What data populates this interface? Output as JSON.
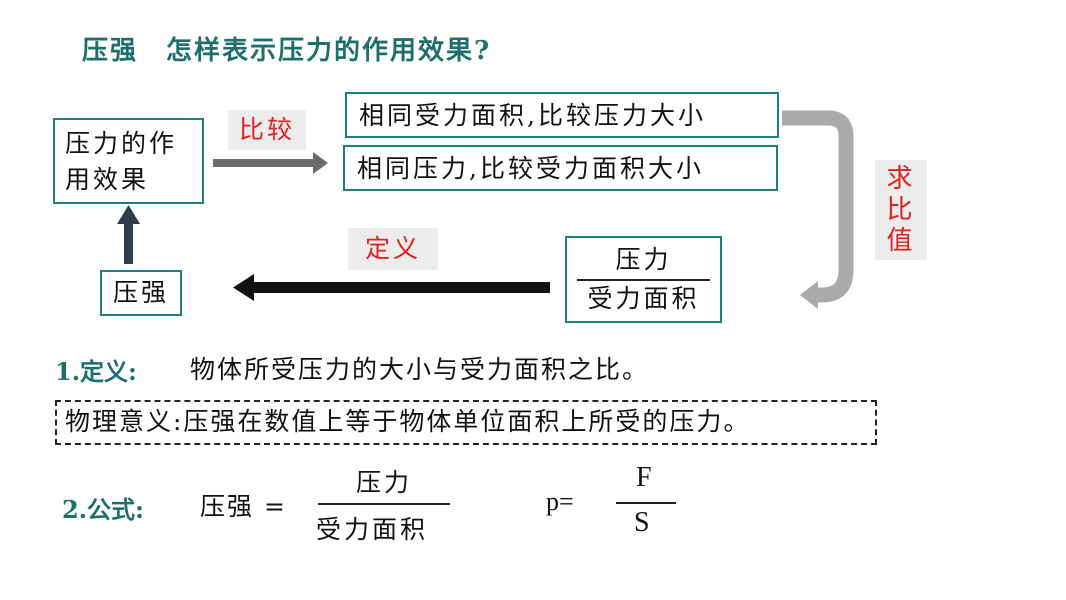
{
  "title": {
    "topic": "压强",
    "question": "怎样表示压力的作用效果?"
  },
  "flow": {
    "effect_box": {
      "line1": "压力的作",
      "line2": "用效果"
    },
    "compare_tag": "比较",
    "method_area": "相同受力面积,比较压力大小",
    "method_force": "相同压力,比较受力面积大小",
    "ratio_tag": [
      "求",
      "比",
      "值"
    ],
    "ratio_box": {
      "numerator": "压力",
      "denominator": "受力面积"
    },
    "define_tag": "定义",
    "pressure_box": "压强"
  },
  "definition": {
    "label": "1.定义:",
    "text": "物体所受压力的大小与受力面积之比。"
  },
  "meaning": "物理意义:压强在数值上等于物体单位面积上所受的压力。",
  "formula": {
    "label": "2.公式:",
    "lhs": "压强 =",
    "numerator": "压力",
    "denominator": "受力面积",
    "symbol_lhs": "p=",
    "symbol_numerator": "F",
    "symbol_denominator": "S"
  },
  "colors": {
    "heading": "#1f6e6e",
    "box_border": "#1f7f7f",
    "tag_text": "#e02020",
    "tag_bg": "#ececec",
    "arrow_grey": "#aaaaaa",
    "arrow_dark": "#666666"
  }
}
